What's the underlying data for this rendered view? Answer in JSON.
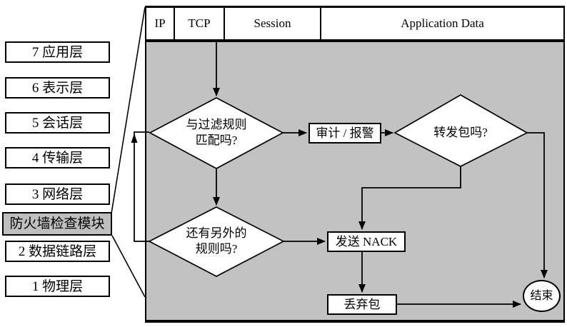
{
  "colors": {
    "diagram_bg": "#c2c2c2",
    "firewall_fill": "#bfbfbf",
    "node_fill": "#ffffff",
    "line_color": "#000000"
  },
  "osi_stack": {
    "layers": [
      {
        "label": "7 应用层"
      },
      {
        "label": "6 表示层"
      },
      {
        "label": "5 会话层"
      },
      {
        "label": "4 传输层"
      },
      {
        "label": "3 网络层"
      },
      {
        "label": "防火墙检查模块",
        "highlighted": true
      },
      {
        "label": "2 数据链路层"
      },
      {
        "label": "1 物理层"
      }
    ]
  },
  "packet_header": {
    "fields": [
      {
        "label": "IP"
      },
      {
        "label": "TCP"
      },
      {
        "label": "Session"
      },
      {
        "label": "Application Data"
      }
    ]
  },
  "flowchart": {
    "decision_filter_match": {
      "line1": "与过滤规则",
      "line2": "匹配吗?"
    },
    "process_audit_alarm": {
      "label": "审计 / 报警"
    },
    "decision_forward_packet": {
      "label": "转发包吗?"
    },
    "decision_more_rules": {
      "line1": "还有另外的",
      "line2": "规则吗?"
    },
    "process_send_nack": {
      "label": "发送 NACK"
    },
    "process_drop_packet": {
      "label": "丢弃包"
    },
    "terminal_end": {
      "label": "结束"
    }
  }
}
